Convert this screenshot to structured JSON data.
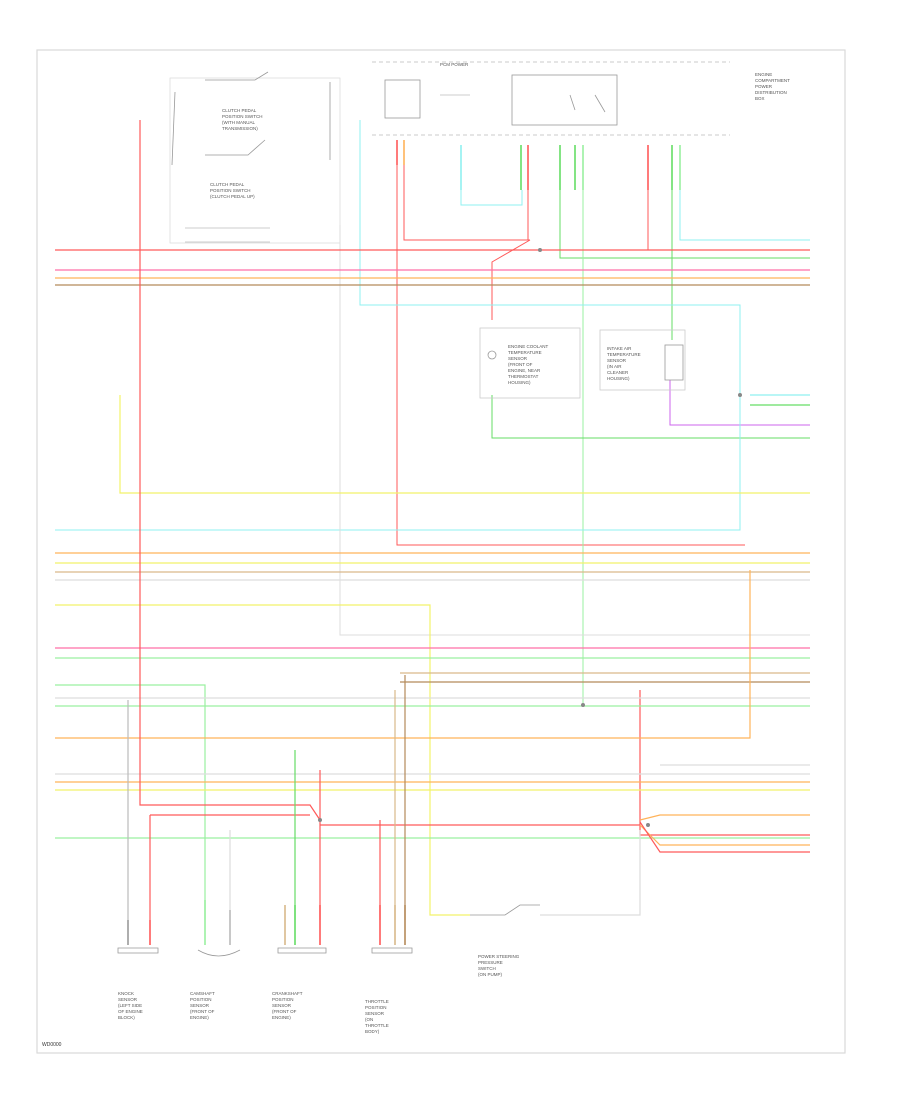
{
  "diagram": {
    "page_code": "WD0000",
    "colors": {
      "red": "#ff5a5a",
      "pink": "#ff6fa8",
      "orange": "#ffb35a",
      "yellow": "#f2f26a",
      "tan": "#d9b98a",
      "brown": "#b58a5a",
      "green": "#66dd66",
      "lightgreen": "#9af0a0",
      "cyan": "#8ff0f0",
      "gray": "#b8b8b8",
      "violet": "#cc66ee",
      "frame": "#d9d9d9"
    },
    "components": {
      "clutch_switch_upper": {
        "lines": [
          "CLUTCH PEDAL",
          "POSITION SWITCH",
          "(WITH MANUAL",
          "TRANSMISSION)"
        ]
      },
      "clutch_switch_lower": {
        "lines": [
          "CLUTCH PEDAL",
          "POSITION SWITCH",
          "(CLUTCH PEDAL UP)"
        ]
      },
      "pcm_power": {
        "label": "PCM POWER"
      },
      "power_module": {
        "lines": [
          "ENGINE",
          "COMPARTMENT",
          "POWER",
          "DISTRIBUTION",
          "BOX"
        ]
      },
      "sensor_center_left": {
        "lines": [
          "ENGINE COOLANT",
          "TEMPERATURE",
          "SENSOR",
          "(FRONT OF",
          "ENGINE, NEAR",
          "THERMOSTAT",
          "HOUSING)"
        ]
      },
      "sensor_center_right": {
        "lines": [
          "INTAKE AIR",
          "TEMPERATURE",
          "SENSOR",
          "(IN AIR",
          "CLEANER",
          "HOUSING)"
        ]
      },
      "bottom_1": {
        "lines": [
          "KNOCK",
          "SENSOR",
          "(LEFT SIDE",
          "OF ENGINE",
          "BLOCK)"
        ]
      },
      "bottom_2": {
        "lines": [
          "CAMSHAFT",
          "POSITION",
          "SENSOR",
          "(FRONT OF",
          "ENGINE)"
        ]
      },
      "bottom_3": {
        "lines": [
          "CRANKSHAFT",
          "POSITION",
          "SENSOR",
          "(FRONT OF",
          "ENGINE)"
        ]
      },
      "bottom_4": {
        "lines": [
          "THROTTLE",
          "POSITION",
          "SENSOR",
          "(ON",
          "THROTTLE",
          "BODY)"
        ]
      },
      "bottom_right_switch": {
        "lines": [
          "POWER STEERING",
          "PRESSURE",
          "SWITCH",
          "(ON PUMP)"
        ]
      }
    }
  }
}
